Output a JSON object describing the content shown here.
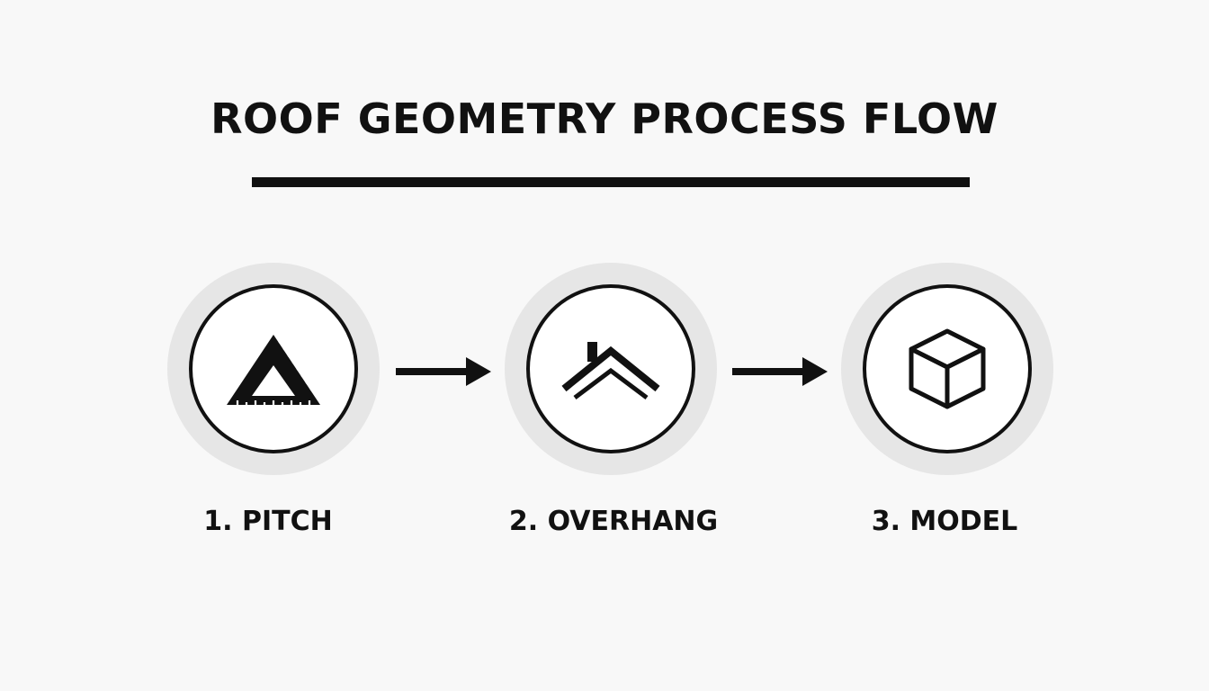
{
  "title": "ROOF GEOMETRY PROCESS FLOW",
  "steps": [
    {
      "label": "1. PITCH",
      "icon": "triangle-ruler-icon"
    },
    {
      "label": "2. OVERHANG",
      "icon": "roof-icon"
    },
    {
      "label": "3. MODEL",
      "icon": "cube-icon"
    }
  ],
  "colors": {
    "background": "#f8f8f8",
    "ink": "#111111",
    "halo": "#e6e6e6"
  }
}
